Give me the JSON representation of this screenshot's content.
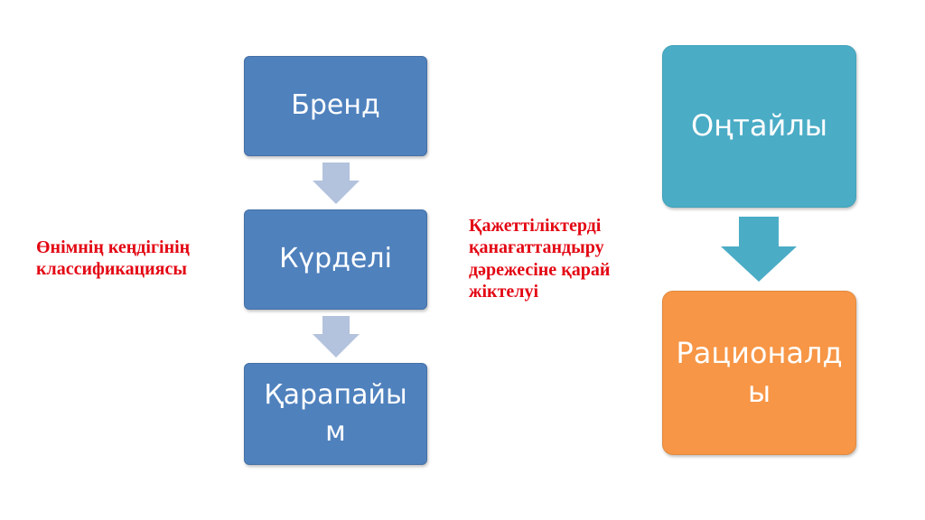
{
  "left_chain": {
    "items": [
      {
        "label": "Бренд"
      },
      {
        "label": "Күрделі"
      },
      {
        "label": "Қарапайы\nм"
      }
    ],
    "caption": "Өнімнің кеңдігінің\nклассификациясы"
  },
  "right_chain": {
    "items": [
      {
        "label": "Оңтайлы"
      },
      {
        "label": "Рационалд\nы"
      }
    ],
    "caption": "Қажеттіліктерді\nқанағаттандыру\nдәрежесіне қарай\nжіктелуі"
  },
  "colors": {
    "blue_box": "#4f81bd",
    "teal_box": "#4bacc6",
    "orange_box": "#f79646",
    "small_arrow": "#b3c2dd",
    "big_arrow": "#4bacc6",
    "caption_text": "#e30613"
  },
  "icons": {
    "small_arrow": "down-arrow-icon",
    "big_arrow": "down-arrow-icon"
  }
}
